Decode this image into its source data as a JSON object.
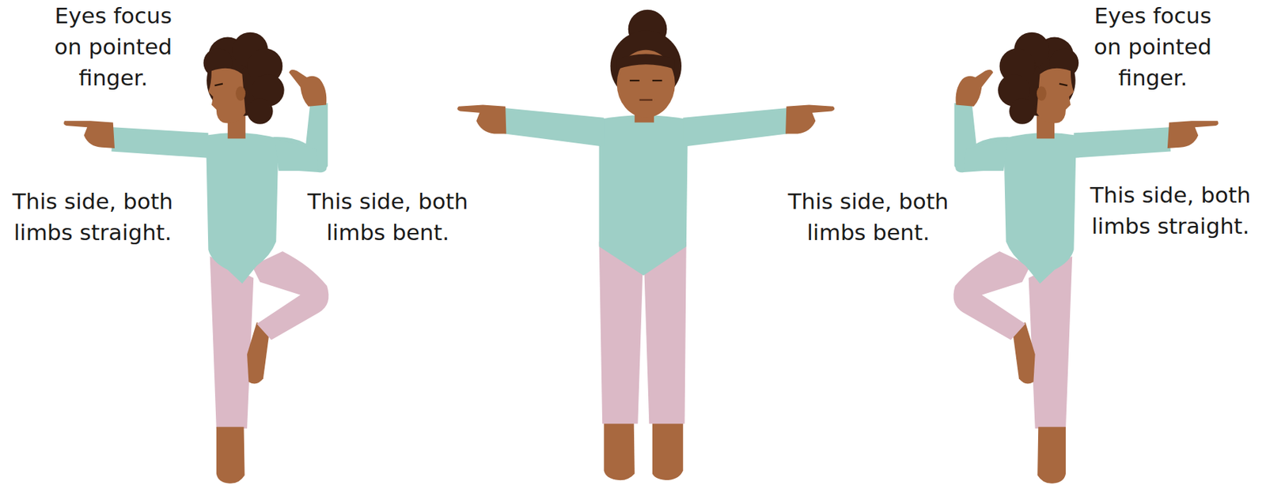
{
  "diagram": {
    "labels": [
      "Eyes focus on pointed finger.",
      "This side, both limbs straight.",
      "This side, both limbs bent.",
      "This side, both limbs bent.",
      "Eyes focus on pointed finger.",
      "This side, both limbs straight."
    ]
  }
}
